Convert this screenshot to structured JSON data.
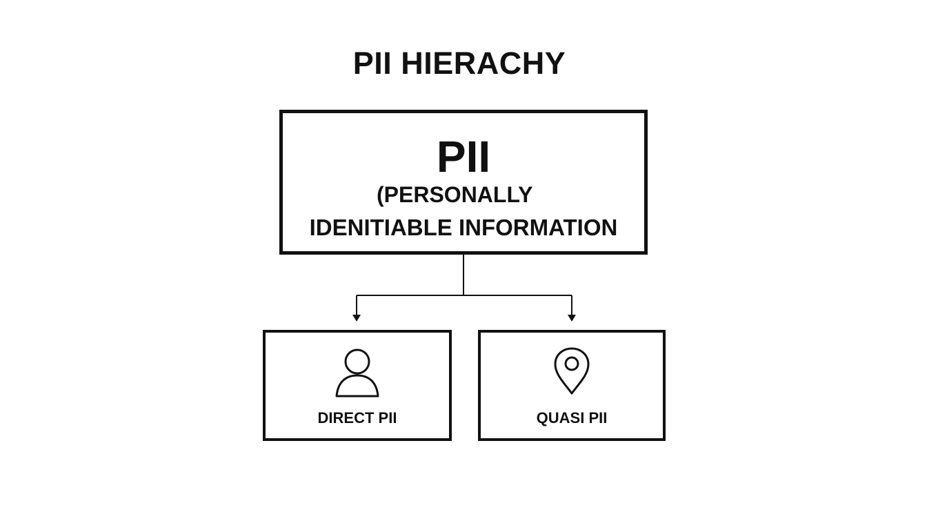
{
  "diagram": {
    "title": "PII HIERACHY",
    "root": {
      "abbr": "PII",
      "line1": "(PERSONALLY",
      "line2": "IDENITIABLE INFORMATION"
    },
    "children": [
      {
        "label": "DIRECT PII",
        "icon": "person-icon"
      },
      {
        "label": "QUASI PII",
        "icon": "location-pin-icon"
      }
    ],
    "colors": {
      "stroke": "#111111",
      "background": "#ffffff"
    }
  }
}
